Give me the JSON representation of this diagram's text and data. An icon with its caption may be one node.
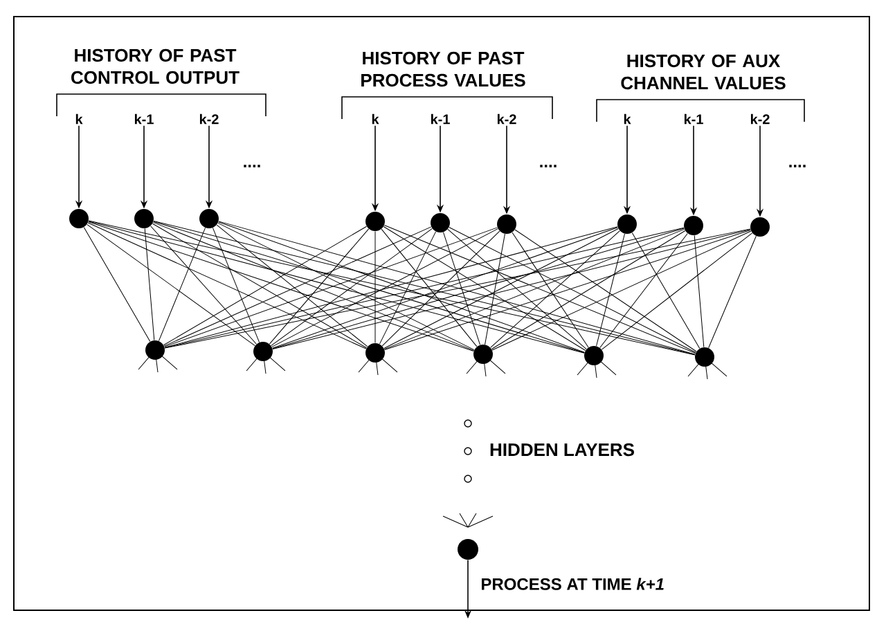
{
  "diagram": {
    "nodes": [
      {
        "text": [
          "k"
        ]
      },
      {
        "text": [
          "k-1"
        ]
      },
      {
        "text": [
          "k-2"
        ]
      },
      {
        "text": [
          "k"
        ]
      },
      {
        "text": [
          "k-1"
        ]
      },
      {
        "text": [
          "k-2"
        ]
      },
      {
        "text": [
          "k"
        ]
      },
      {
        "text": [
          "k-1"
        ]
      },
      {
        "text": [
          "k-2"
        ]
      },
      {
        "text": [],
        "shape": "circle"
      },
      {
        "text": [],
        "shape": "circle"
      },
      {
        "text": [],
        "shape": "circle"
      },
      {
        "text": [],
        "shape": "circle"
      },
      {
        "text": [],
        "shape": "circle"
      },
      {
        "text": [],
        "shape": "circle"
      },
      {
        "text": [],
        "shape": "circle"
      },
      {
        "text": [],
        "shape": "circle"
      },
      {
        "text": [],
        "shape": "circle"
      },
      {
        "text": [],
        "shape": "circle"
      },
      {
        "text": [],
        "shape": "circle"
      },
      {
        "text": [],
        "shape": "circle"
      },
      {
        "text": [],
        "shape": "circle"
      },
      {
        "text": [],
        "shape": "circle"
      },
      {
        "text": [],
        "shape": "circle"
      },
      {
        "text": [],
        "shape": "circle"
      }
    ],
    "edges": [
      {
        "from": 0,
        "to": 9,
        "arrow": "to"
      },
      {
        "from": 1,
        "to": 10,
        "arrow": "to"
      },
      {
        "from": 2,
        "to": 11,
        "arrow": "to"
      },
      {
        "from": 3,
        "to": 12,
        "arrow": "to"
      },
      {
        "from": 4,
        "to": 13,
        "arrow": "to"
      },
      {
        "from": 5,
        "to": 14,
        "arrow": "to"
      },
      {
        "from": 6,
        "to": 15,
        "arrow": "to"
      },
      {
        "from": 7,
        "to": 16,
        "arrow": "to"
      },
      {
        "from": 8,
        "to": 17,
        "arrow": "to"
      },
      {
        "from": 9,
        "to": 18,
        "arrow": "none"
      },
      {
        "from": 9,
        "to": 19,
        "arrow": "none"
      },
      {
        "from": 9,
        "to": 20,
        "arrow": "none"
      },
      {
        "from": 9,
        "to": 21,
        "arrow": "none"
      },
      {
        "from": 9,
        "to": 22,
        "arrow": "none"
      },
      {
        "from": 9,
        "to": 23,
        "arrow": "none"
      },
      {
        "from": 10,
        "to": 18,
        "arrow": "none"
      },
      {
        "from": 10,
        "to": 19,
        "arrow": "none"
      },
      {
        "from": 10,
        "to": 20,
        "arrow": "none"
      },
      {
        "from": 10,
        "to": 21,
        "arrow": "none"
      },
      {
        "from": 10,
        "to": 22,
        "arrow": "none"
      },
      {
        "from": 10,
        "to": 23,
        "arrow": "none"
      },
      {
        "from": 11,
        "to": 18,
        "arrow": "none"
      },
      {
        "from": 11,
        "to": 19,
        "arrow": "none"
      },
      {
        "from": 11,
        "to": 20,
        "arrow": "none"
      },
      {
        "from": 11,
        "to": 21,
        "arrow": "none"
      },
      {
        "from": 11,
        "to": 22,
        "arrow": "none"
      },
      {
        "from": 11,
        "to": 23,
        "arrow": "none"
      },
      {
        "from": 12,
        "to": 18,
        "arrow": "none"
      },
      {
        "from": 12,
        "to": 19,
        "arrow": "none"
      },
      {
        "from": 12,
        "to": 20,
        "arrow": "none"
      },
      {
        "from": 12,
        "to": 21,
        "arrow": "none"
      },
      {
        "from": 12,
        "to": 22,
        "arrow": "none"
      },
      {
        "from": 12,
        "to": 23,
        "arrow": "none"
      },
      {
        "from": 13,
        "to": 18,
        "arrow": "none"
      },
      {
        "from": 13,
        "to": 19,
        "arrow": "none"
      },
      {
        "from": 13,
        "to": 20,
        "arrow": "none"
      },
      {
        "from": 13,
        "to": 21,
        "arrow": "none"
      },
      {
        "from": 13,
        "to": 22,
        "arrow": "none"
      },
      {
        "from": 13,
        "to": 23,
        "arrow": "none"
      },
      {
        "from": 14,
        "to": 18,
        "arrow": "none"
      },
      {
        "from": 14,
        "to": 19,
        "arrow": "none"
      },
      {
        "from": 14,
        "to": 20,
        "arrow": "none"
      },
      {
        "from": 14,
        "to": 21,
        "arrow": "none"
      },
      {
        "from": 14,
        "to": 22,
        "arrow": "none"
      },
      {
        "from": 14,
        "to": 23,
        "arrow": "none"
      },
      {
        "from": 15,
        "to": 18,
        "arrow": "none"
      },
      {
        "from": 15,
        "to": 19,
        "arrow": "none"
      },
      {
        "from": 15,
        "to": 20,
        "arrow": "none"
      },
      {
        "from": 15,
        "to": 21,
        "arrow": "none"
      },
      {
        "from": 15,
        "to": 22,
        "arrow": "none"
      },
      {
        "from": 15,
        "to": 23,
        "arrow": "none"
      },
      {
        "from": 16,
        "to": 18,
        "arrow": "none"
      },
      {
        "from": 16,
        "to": 19,
        "arrow": "none"
      },
      {
        "from": 16,
        "to": 20,
        "arrow": "none"
      },
      {
        "from": 16,
        "to": 21,
        "arrow": "none"
      },
      {
        "from": 16,
        "to": 22,
        "arrow": "none"
      },
      {
        "from": 16,
        "to": 23,
        "arrow": "none"
      },
      {
        "from": 17,
        "to": 18,
        "arrow": "none"
      },
      {
        "from": 17,
        "to": 19,
        "arrow": "none"
      },
      {
        "from": 17,
        "to": 20,
        "arrow": "none"
      },
      {
        "from": 17,
        "to": 21,
        "arrow": "none"
      },
      {
        "from": 17,
        "to": 22,
        "arrow": "none"
      },
      {
        "from": 17,
        "to": 23,
        "arrow": "none"
      },
      {
        "from": 24,
        "to": null,
        "label": "PROCESS AT TIME *k+1*",
        "arrow": "to"
      }
    ],
    "labels": [
      "HISTORY OF PAST CONTROL OUTPUT",
      "HISTORY OF PAST PROCESS VALUES",
      "HISTORY OF AUX CHANNEL VALUES",
      "....",
      "....",
      "....",
      "HIDDEN LAYERS"
    ]
  }
}
